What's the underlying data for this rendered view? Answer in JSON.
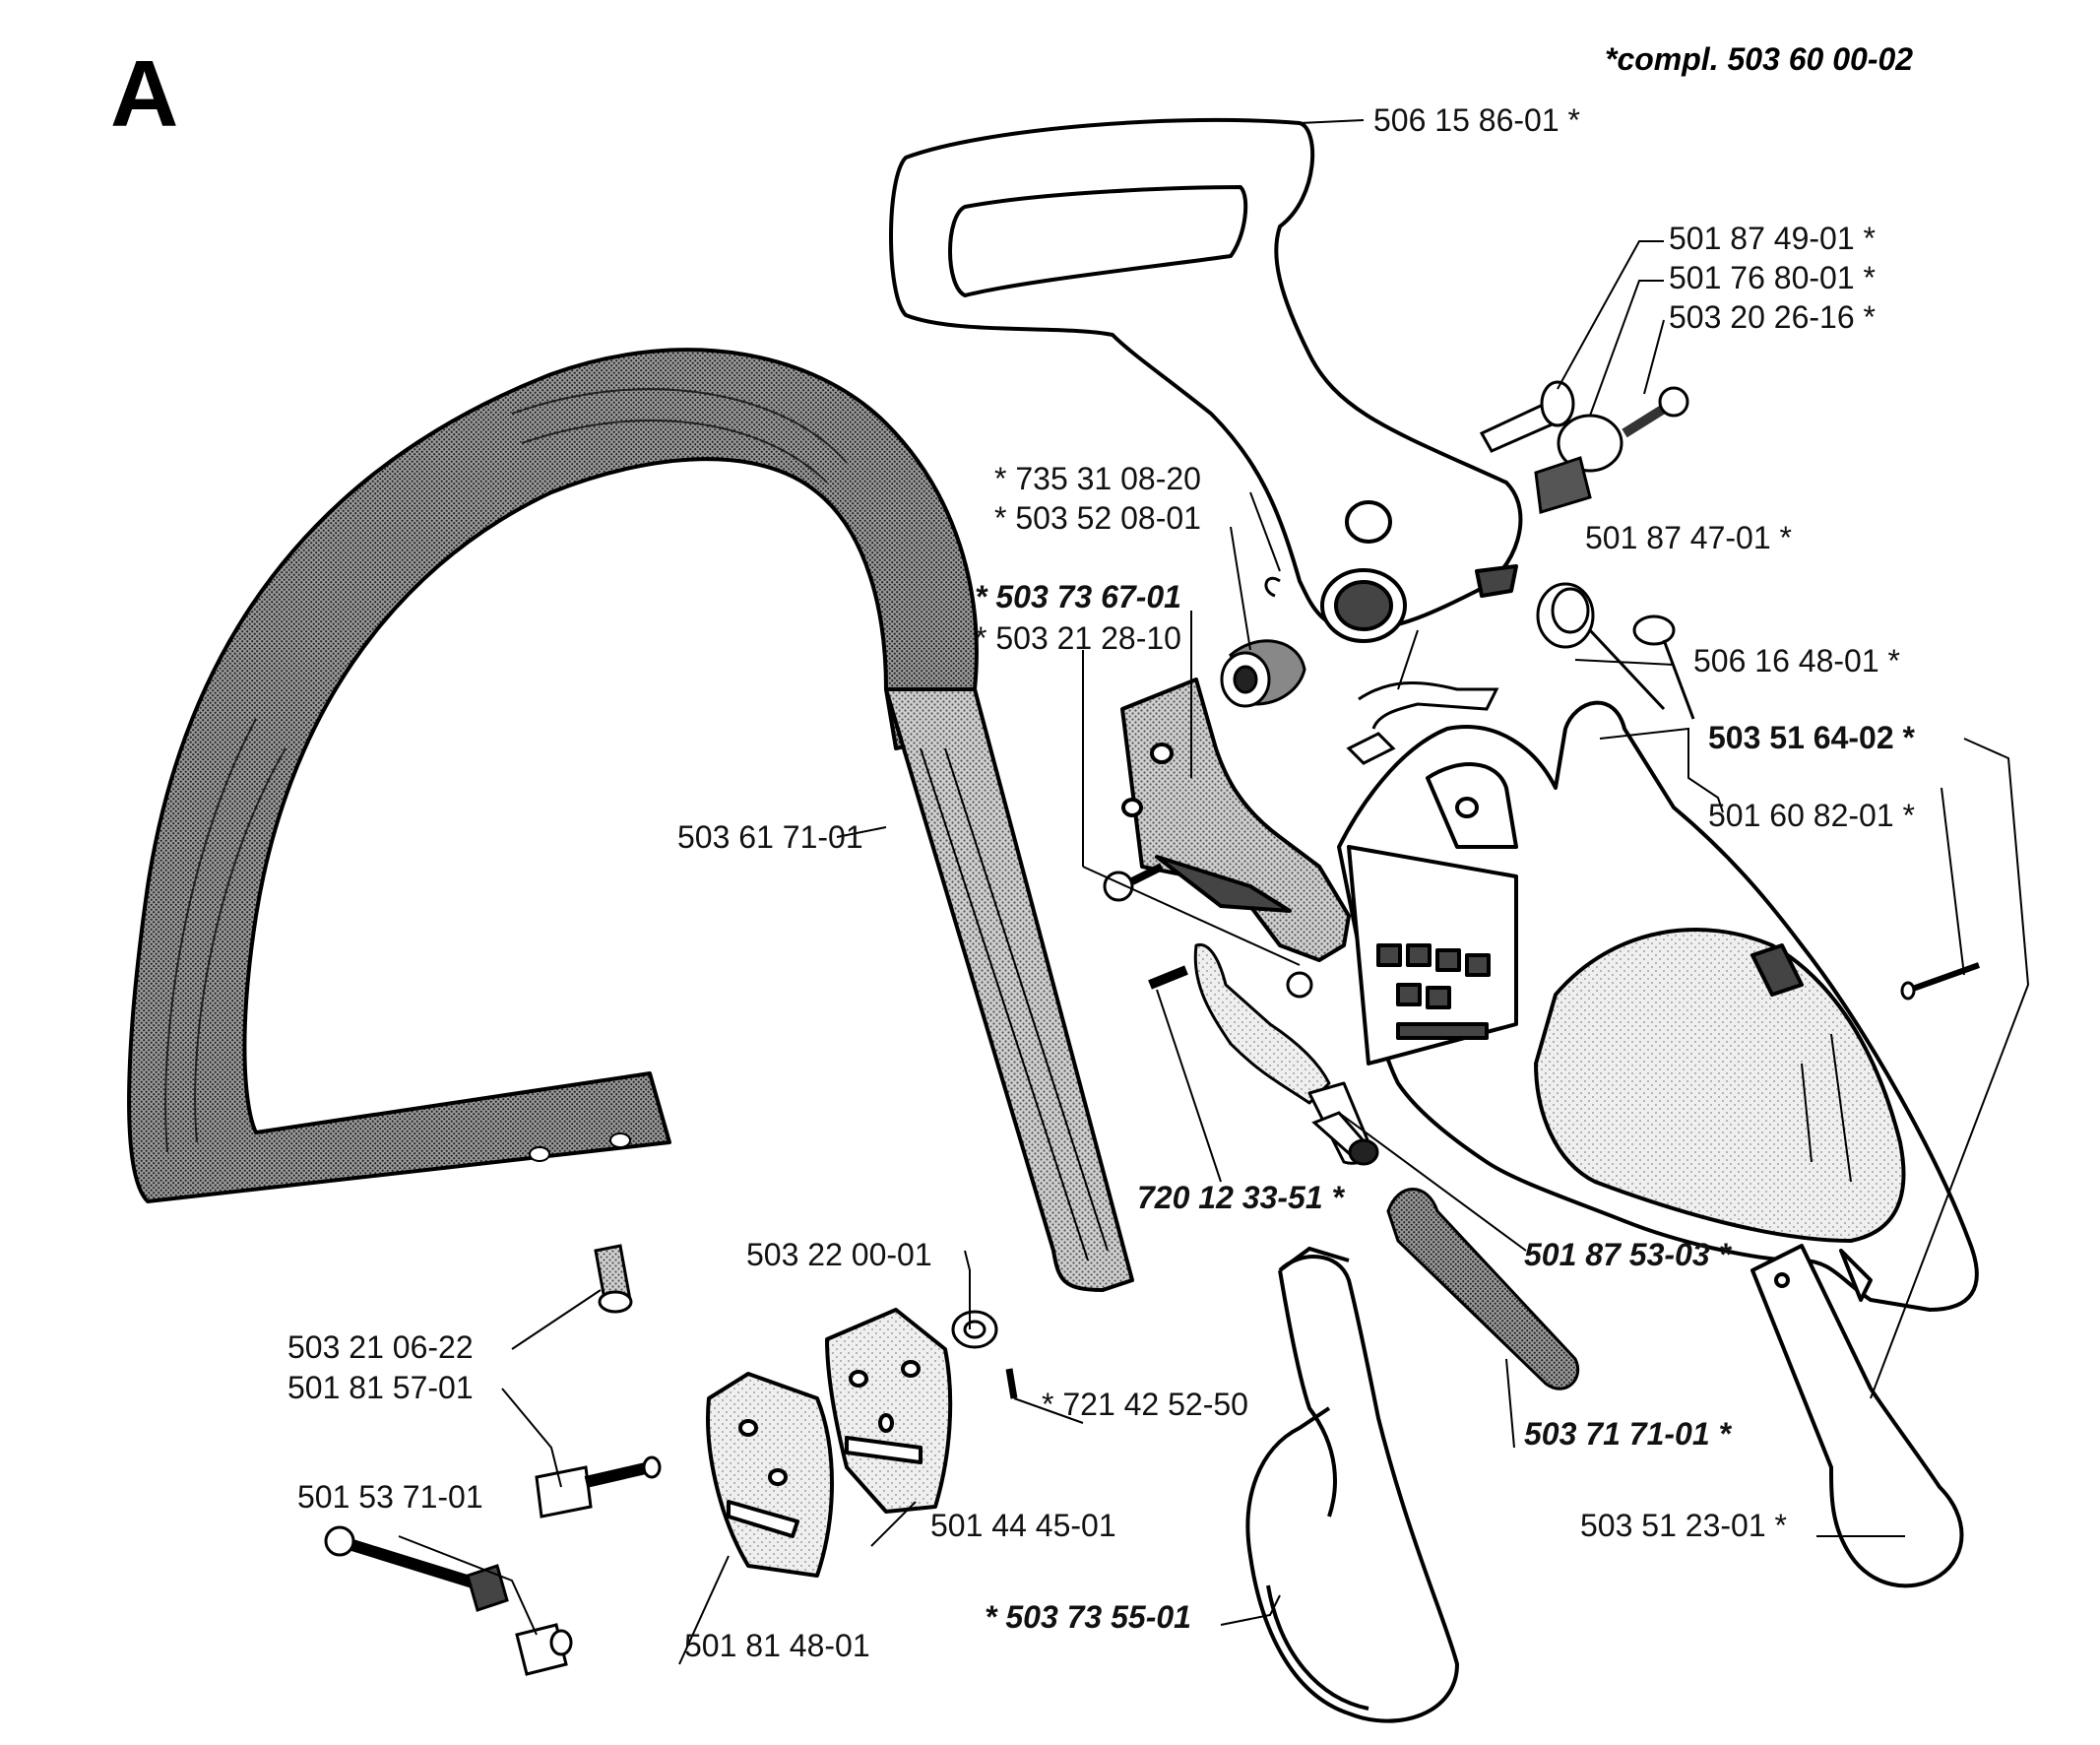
{
  "section_letter": "A",
  "assembly_note": "*compl. 503 60 00-02",
  "labels": [
    {
      "id": "handle-top",
      "text": "506 15 86-01 *",
      "style": "normal"
    },
    {
      "id": "bolt-1",
      "text": "501 87 49-01 *",
      "style": "normal"
    },
    {
      "id": "bushing-1",
      "text": "501 76 80-01 *",
      "style": "normal"
    },
    {
      "id": "screw-1",
      "text": "503 20 26-16 *",
      "style": "normal"
    },
    {
      "id": "circlip",
      "text": "* 735 31 08-20",
      "style": "normal"
    },
    {
      "id": "knob",
      "text": "* 503 52 08-01",
      "style": "normal"
    },
    {
      "id": "spring-clip",
      "text": "501 87 47-01 *",
      "style": "normal"
    },
    {
      "id": "lever-bracket",
      "text": "* 503 73 67-01",
      "style": "bold-italic"
    },
    {
      "id": "screw-2",
      "text": "* 503 21 28-10",
      "style": "normal"
    },
    {
      "id": "torsion-spring",
      "text": "506 16 48-01 *",
      "style": "normal"
    },
    {
      "id": "brake-cover",
      "text": "503 51 64-02 *",
      "style": "bold"
    },
    {
      "id": "cover-inner",
      "text": "501 60 82-01 *",
      "style": "normal"
    },
    {
      "id": "front-handle",
      "text": "503 61 71-01",
      "style": "normal"
    },
    {
      "id": "pin",
      "text": "720 12 33-51 *",
      "style": "bold-italic"
    },
    {
      "id": "rod",
      "text": "501 87 53-03 *",
      "style": "bold-italic"
    },
    {
      "id": "nut",
      "text": "503 22 00-01",
      "style": "normal"
    },
    {
      "id": "handle-screw",
      "text": "503 21 06-22",
      "style": "normal"
    },
    {
      "id": "guide-stud",
      "text": "501 81 57-01",
      "style": "normal"
    },
    {
      "id": "tensioner-pin",
      "text": "* 721 42 52-50",
      "style": "normal"
    },
    {
      "id": "brake-spring",
      "text": "503 71 71-01 *",
      "style": "bold-italic"
    },
    {
      "id": "tensioner-screw",
      "text": "501 53 71-01",
      "style": "normal"
    },
    {
      "id": "bar-plate",
      "text": "501 44 45-01",
      "style": "normal"
    },
    {
      "id": "brake-plate",
      "text": "503 51 23-01 *",
      "style": "normal"
    },
    {
      "id": "brake-band",
      "text": "* 503 73 55-01",
      "style": "bold-italic"
    },
    {
      "id": "side-plate",
      "text": "501 81 48-01",
      "style": "normal"
    }
  ]
}
